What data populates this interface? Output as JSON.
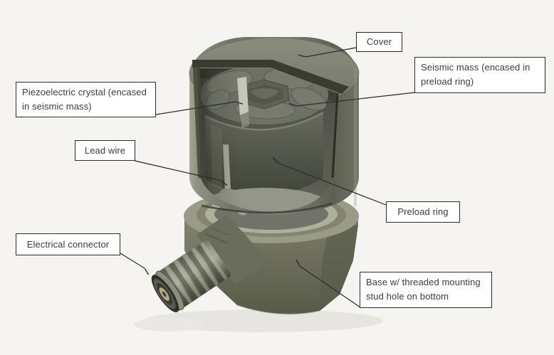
{
  "diagram": {
    "type": "annotated-cutaway-illustration",
    "background_color": "#f5f4f1",
    "callout_style": {
      "box_fill": "#ffffff",
      "box_border_color": "#2b2b2b",
      "text_color": "#3d3d3d",
      "leader_line_color": "#2b2b2b"
    },
    "device_colors": {
      "cover_body": "#7b7d6e",
      "cover_top": "#83857a",
      "cut_section": "#3a3c31",
      "inner_cylinder": "#5d5f53",
      "seismic_mass": "#8b8d80",
      "crystal": "#ebede1",
      "base": "#6b6d5b",
      "flange": "#9ea08d",
      "connector": "#8f9180",
      "connector_pin_gold": "#b4ae80",
      "shadow": "#e7e5df"
    },
    "callouts": [
      {
        "id": "cover",
        "label": "Cover"
      },
      {
        "id": "seismic-mass",
        "label": "Seismic mass (encased in preload ring)"
      },
      {
        "id": "piezoelectric-crystal",
        "label": "Piezoelectric crystal (encased in seismic mass)"
      },
      {
        "id": "lead-wire",
        "label": "Lead wire"
      },
      {
        "id": "preload-ring",
        "label": "Preload ring"
      },
      {
        "id": "electrical-connector",
        "label": "Electrical connector"
      },
      {
        "id": "base",
        "label": "Base w/ threaded mounting stud hole on bottom"
      }
    ]
  }
}
